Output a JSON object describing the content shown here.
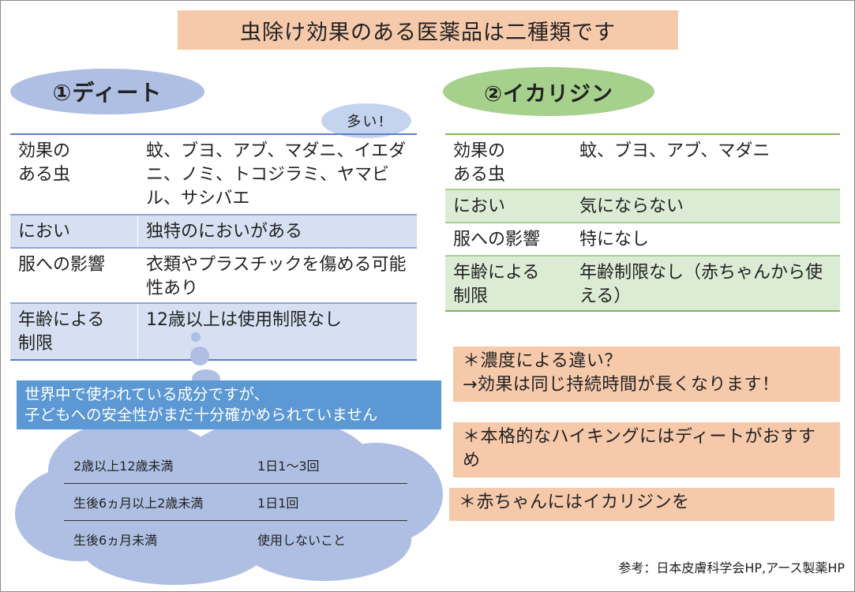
{
  "title": "虫除け効果のある医薬品は二種類です",
  "deet": {
    "heading": "①ディート",
    "callout": "多い!",
    "rows": [
      {
        "label": "効果の\nある虫",
        "value": "蚊、ブヨ、アブ、マダニ、イエダニ、ノミ、トコジラミ、ヤマビル、サシバエ"
      },
      {
        "label": "におい",
        "value": "独特のにおいがある"
      },
      {
        "label": "服への影響",
        "value": "衣類やプラスチックを傷める可能性あり"
      },
      {
        "label": "年齢による\n制限",
        "value": "12歳以上は使用制限なし"
      }
    ]
  },
  "icaridin": {
    "heading": "②イカリジン",
    "rows": [
      {
        "label": "効果の\nある虫",
        "value": "蚊、ブヨ、アブ、マダニ"
      },
      {
        "label": "におい",
        "value": "気にならない"
      },
      {
        "label": "服への影響",
        "value": "特になし"
      },
      {
        "label": "年齢による\n制限",
        "value": "年齢制限なし（赤ちゃんから使える）"
      }
    ]
  },
  "warning": "世界中で使われている成分ですが、\n子どもへの安全性がまだ十分確かめられていません",
  "usage_table": [
    {
      "age": "2歳以上12歳未満",
      "frequency": "1日1～3回"
    },
    {
      "age": "生後6ヵ月以上2歳未満",
      "frequency": "1日1回"
    },
    {
      "age": "生後6ヵ月未満",
      "frequency": "使用しないこと"
    }
  ],
  "notes": [
    "＊濃度による違い？\n→効果は同じ持続時間が長くなります！",
    "＊本格的なハイキングにはディートがおすすめ",
    "＊赤ちゃんにはイカリジンを"
  ],
  "reference": "参考：日本皮膚科学会HP,アース製薬HP",
  "colors": {
    "title_bg": "#f6c9ab",
    "deet_accent": "#aebfe3",
    "icaridin_accent": "#a6d18c",
    "warning_bg": "#5b98d4",
    "note_bg": "#f6c9ab"
  }
}
